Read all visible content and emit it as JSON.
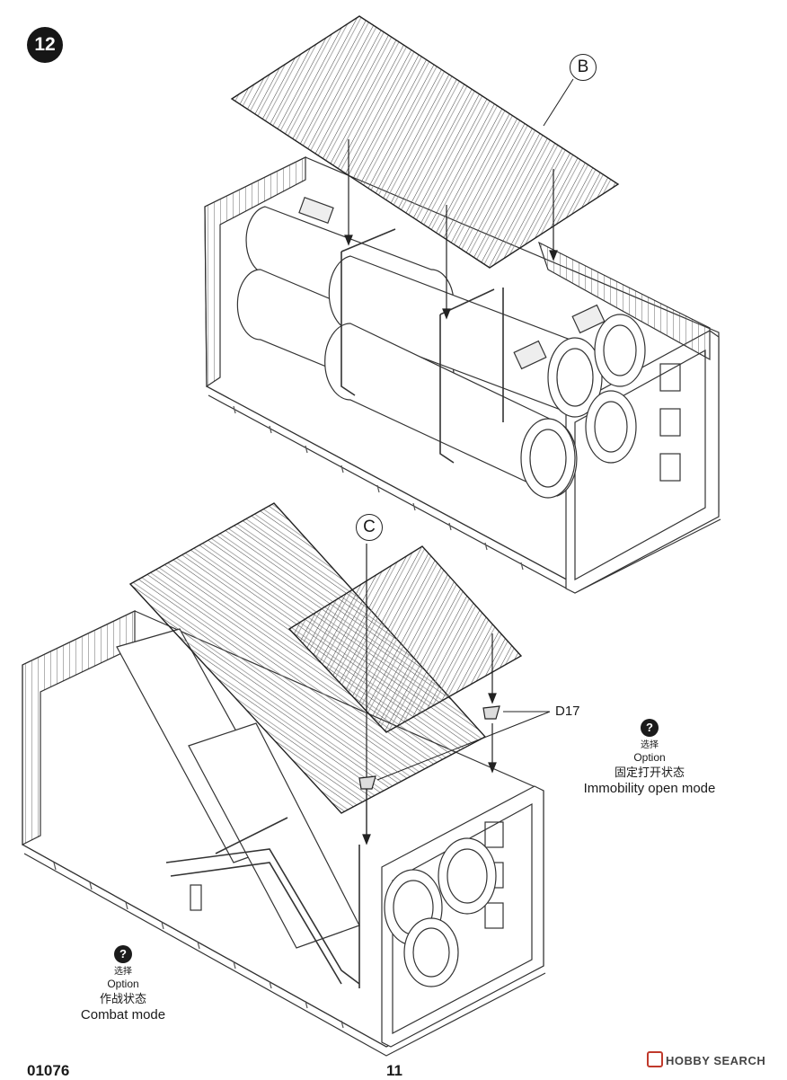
{
  "step": {
    "number": "12"
  },
  "callouts": {
    "b": "B",
    "c": "C"
  },
  "parts": {
    "d17": "D17"
  },
  "notes": {
    "combat": {
      "icon": "?",
      "cn_option": "选择",
      "en_option": "Option",
      "cn_mode": "作战状态",
      "en_mode": "Combat mode"
    },
    "immobility": {
      "icon": "?",
      "cn_option": "选择",
      "en_option": "Option",
      "cn_mode": "固定打开状态",
      "en_mode": "Immobility open mode"
    }
  },
  "footer": {
    "product_code": "01076",
    "page_number": "11"
  },
  "watermark": {
    "text": "HOBBY SEARCH"
  }
}
